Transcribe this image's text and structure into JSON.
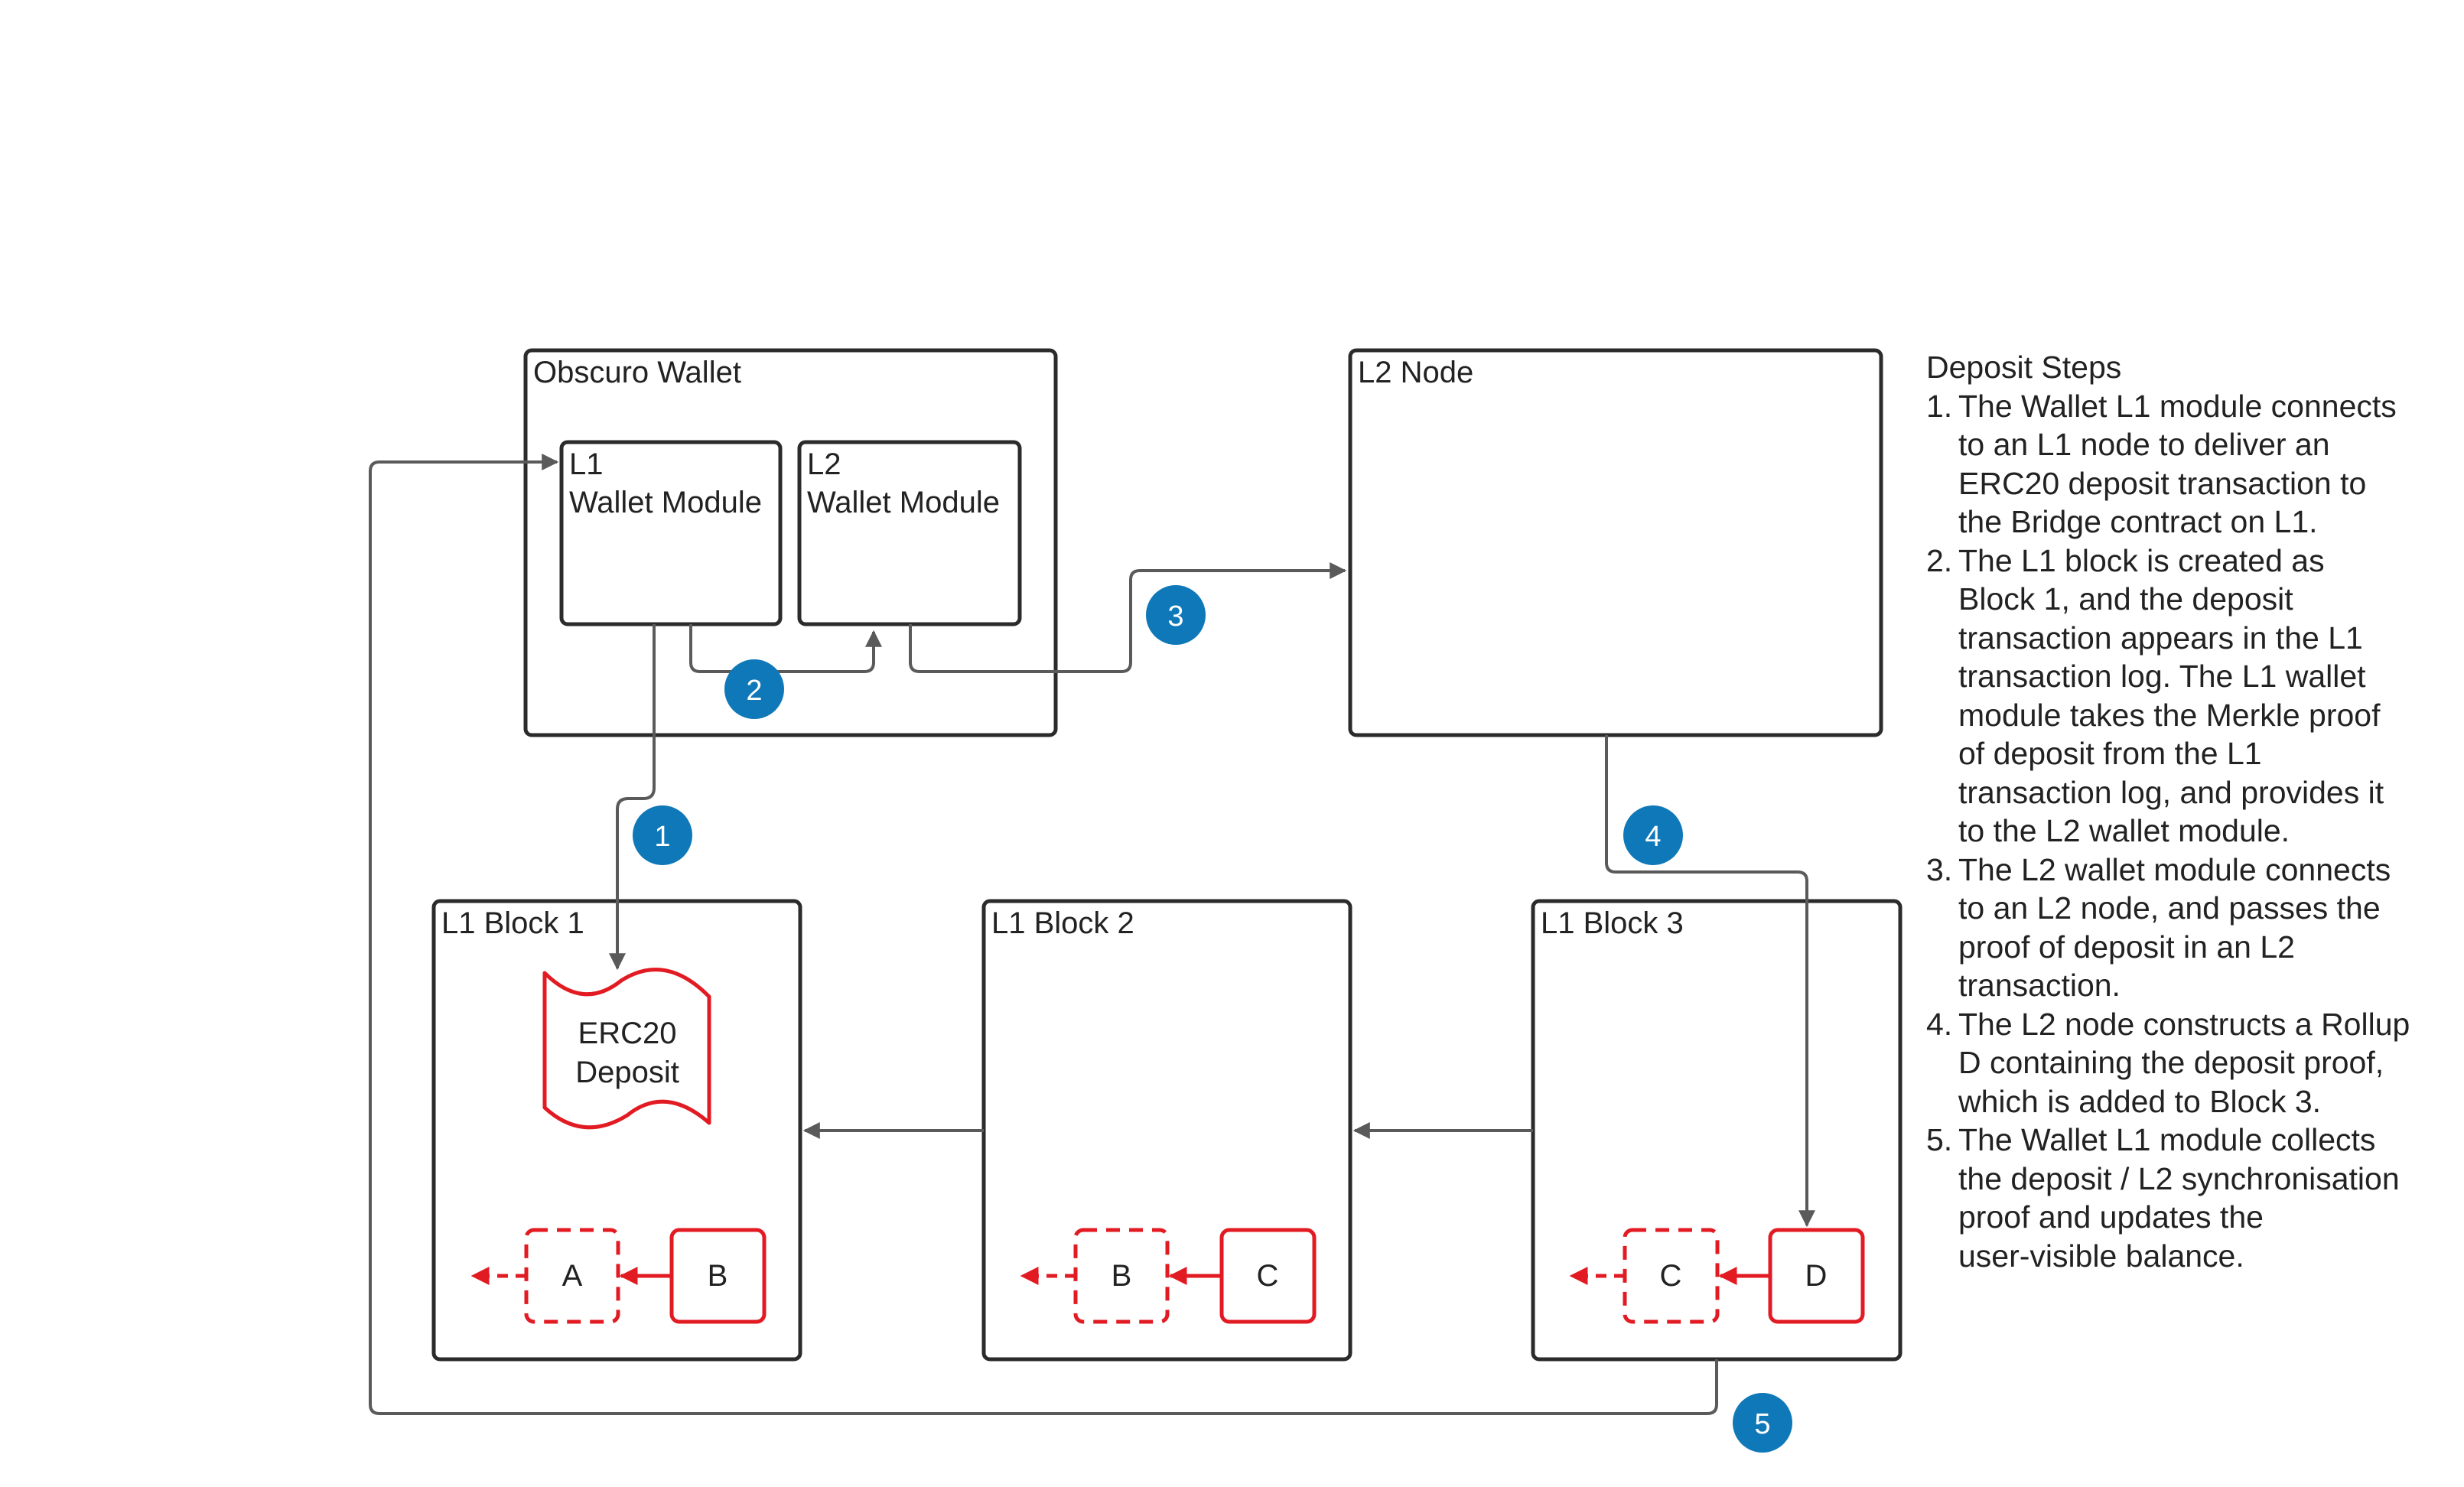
{
  "wallet": {
    "title": "Obscuro Wallet",
    "l1_module": [
      "L1",
      "Wallet Module"
    ],
    "l2_module": [
      "L2",
      "Wallet Module"
    ]
  },
  "l2_node": {
    "title": "L2 Node"
  },
  "blocks": [
    {
      "title": "L1 Block 1",
      "deposit": [
        "ERC20",
        "Deposit"
      ],
      "prev": "A",
      "current": "B"
    },
    {
      "title": "L1 Block 2",
      "prev": "B",
      "current": "C"
    },
    {
      "title": "L1 Block 3",
      "prev": "C",
      "current": "D"
    }
  ],
  "badges": [
    "1",
    "2",
    "3",
    "4",
    "5"
  ],
  "steps": {
    "title": "Deposit Steps",
    "items": [
      {
        "num": "1.",
        "text": "The Wallet L1 module connects\nto an L1 node to deliver an\nERC20 deposit transaction to\nthe Bridge contract on L1."
      },
      {
        "num": "2.",
        "text": "The L1 block is created as\nBlock 1, and the deposit\ntransaction appears in the L1\ntransaction log. The L1 wallet\nmodule takes the Merkle proof\nof deposit from the L1\ntransaction log, and provides it\nto the L2 wallet module."
      },
      {
        "num": "3.",
        "text": "The L2 wallet module connects\nto an L2 node, and passes the\nproof of deposit in an L2\ntransaction."
      },
      {
        "num": "4.",
        "text": "The L2 node constructs a Rollup\nD containing the deposit proof,\nwhich is added to Block 3."
      },
      {
        "num": "5.",
        "text": " The Wallet L1 module collects\nthe deposit / L2 synchronisation\nproof and updates the\nuser-visible balance."
      }
    ]
  },
  "colors": {
    "box_stroke": "#2b2b2b",
    "connector": "#5a5a5a",
    "red": "#e21b23",
    "badge": "#0f78b8"
  }
}
